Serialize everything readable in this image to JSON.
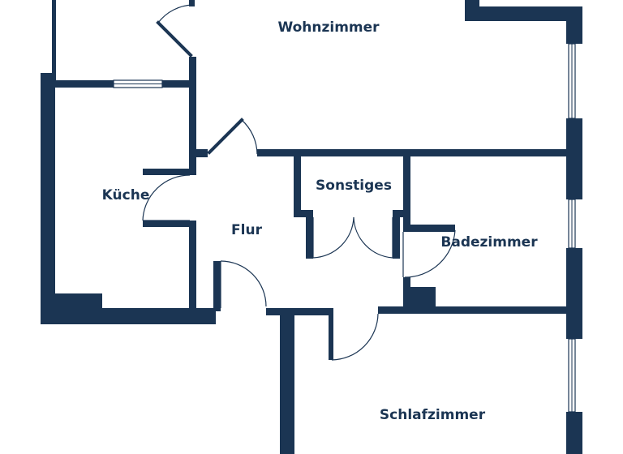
{
  "floorplan": {
    "wall_color": "#1b3553",
    "background_color": "#ffffff",
    "rooms": {
      "wohnzimmer": "Wohnzimmer",
      "kueche": "Küche",
      "flur": "Flur",
      "sonstiges": "Sonstiges",
      "badezimmer": "Badezimmer",
      "schlafzimmer": "Schlafzimmer"
    }
  }
}
